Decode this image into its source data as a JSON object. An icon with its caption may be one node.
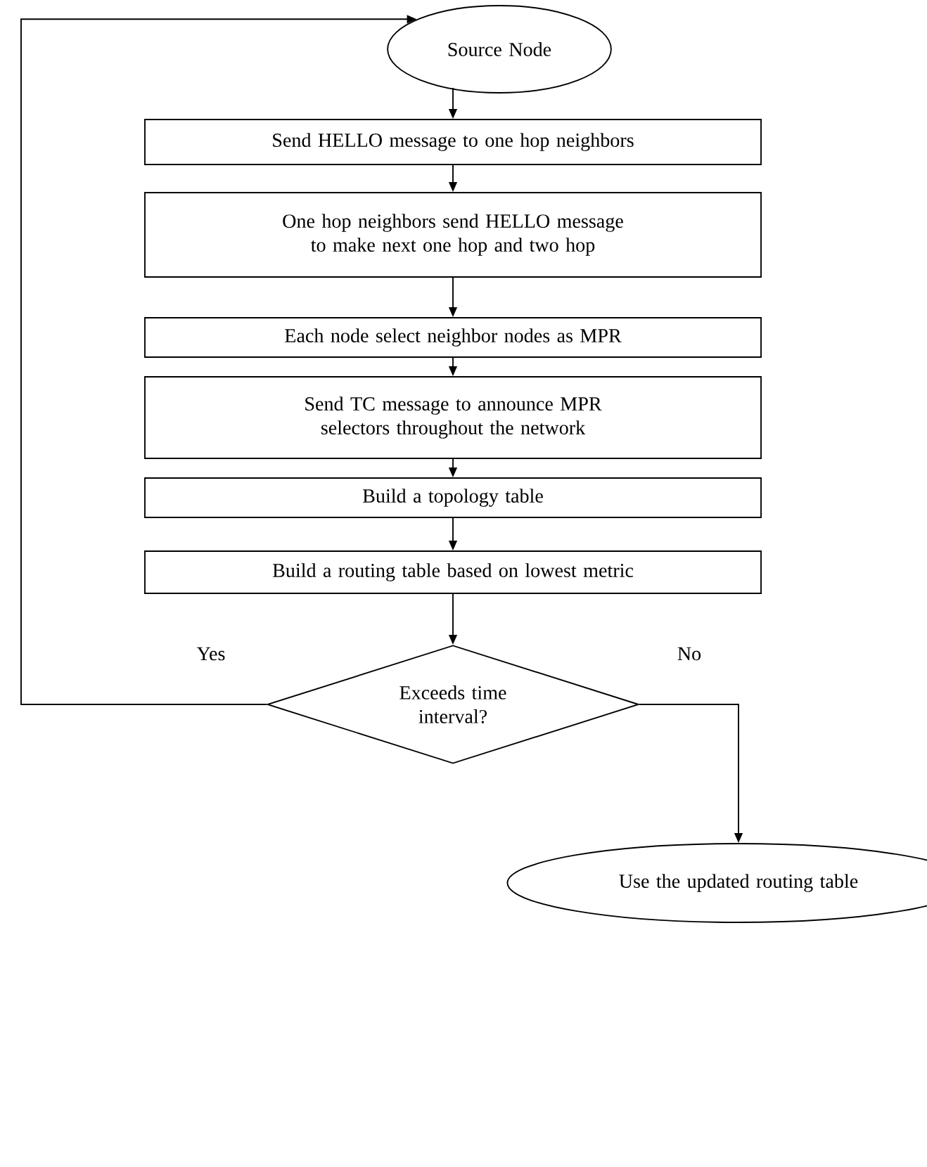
{
  "diagram": {
    "nodes": [
      {
        "text": [
          "Source Node"
        ]
      },
      {
        "text": [
          "Send HELLO message to one hop neighbors"
        ]
      },
      {
        "text": [
          "One hop neighbors send HELLO message to make next one hop and two hop"
        ]
      },
      {
        "text": [
          "Each node select neighbor nodes as MPR"
        ]
      },
      {
        "text": [
          "Send TC message to announce MPR selectors throughout the network"
        ]
      },
      {
        "text": [
          "Build a topology table"
        ]
      },
      {
        "text": [
          "Build a routing table based on lowest metric"
        ]
      },
      {
        "text": [
          "Exceeds time interval?"
        ]
      },
      {
        "text": [
          "Use the updated routing table"
        ]
      }
    ],
    "edges": [
      {
        "from": 0,
        "to": 1,
        "arrow": "to"
      },
      {
        "from": 1,
        "to": 2,
        "arrow": "to"
      },
      {
        "from": 2,
        "to": 3,
        "arrow": "to"
      },
      {
        "from": 3,
        "to": 4,
        "arrow": "to"
      },
      {
        "from": 4,
        "to": 5,
        "arrow": "to"
      },
      {
        "from": 5,
        "to": 6,
        "arrow": "to"
      },
      {
        "from": 6,
        "to": 7,
        "arrow": "to"
      },
      {
        "from": 7,
        "to": 0,
        "arrow": "to",
        "label": "Yes"
      },
      {
        "from": 7,
        "to": 8,
        "arrow": "to",
        "label": "No"
      }
    ]
  }
}
